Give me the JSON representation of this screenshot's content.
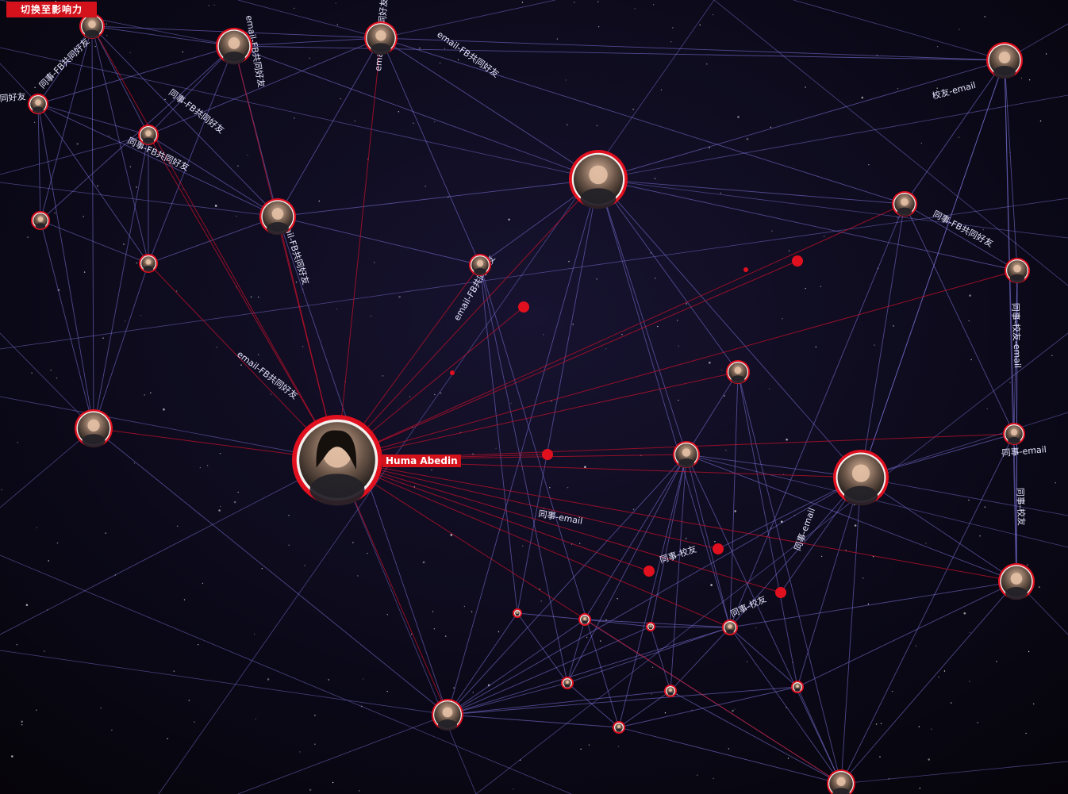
{
  "toolbar": {
    "toggle_label": "切换至影响力"
  },
  "highlighted_node": {
    "name": "Huma Abedin"
  },
  "edge_labels": [
    "同事-FB共同好友",
    "email-FB共同好友",
    "email-FB共同好友",
    "email-FB共同好友",
    "email-FB共同好友",
    "同事-FB共同好友",
    "同事-FB共同好友",
    "email-FB共同好友",
    "email-FB共同好友",
    "同好友",
    "校友-email",
    "同事-FB共同好友",
    "同事-校友-email",
    "同事-email",
    "同事-email",
    "同事-校友",
    "同事-校友",
    "同事-email",
    "同事-校友"
  ],
  "colors": {
    "node_ring": "#e0101f",
    "edge_default": "#7b72d8",
    "edge_highlight": "#c0102a",
    "background": "#07060f"
  }
}
